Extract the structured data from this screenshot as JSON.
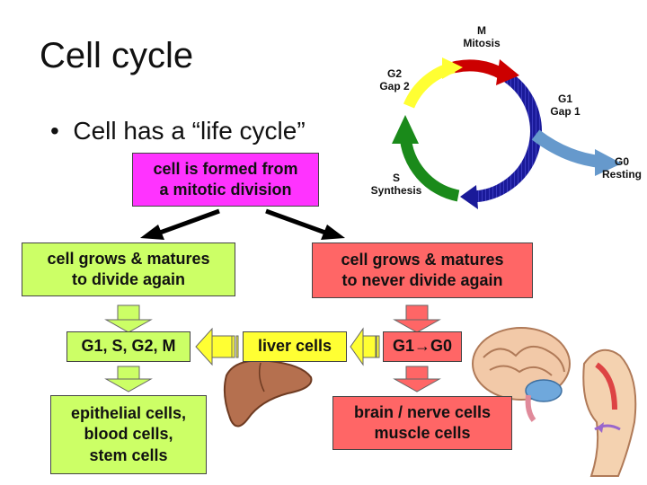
{
  "title": "Cell cycle",
  "bullet": "Cell has a “life cycle”",
  "cycle": {
    "m_code": "M",
    "m_name": "Mitosis",
    "g1_code": "G1",
    "g1_name": "Gap 1",
    "g0_code": "G0",
    "g0_name": "Resting",
    "s_code": "S",
    "s_name": "Synthesis",
    "g2_code": "G2",
    "g2_name": "Gap 2"
  },
  "boxes": {
    "formed_line1": "cell is formed from",
    "formed_line2": "a mitotic division",
    "grows_divide_line1": "cell grows & matures",
    "grows_divide_line2": "to divide again",
    "grows_never_line1": "cell grows & matures",
    "grows_never_line2": "to never divide again",
    "phases": "G1, S, G2, M",
    "liver": "liver cells",
    "g1g0": "G1→G0",
    "epithelial_line1": "epithelial cells,",
    "epithelial_line2": "blood cells,",
    "epithelial_line3": "stem cells",
    "brain_line1": "brain / nerve cells",
    "brain_line2": "muscle cells"
  },
  "colors": {
    "magenta": "#ff33ff",
    "green": "#ccff66",
    "red": "#ff6666",
    "yellow": "#ffff33",
    "mitosis": "#cc0000",
    "g1": "#1a1a99",
    "synthesis": "#1a8a1a",
    "g2": "#ffff33",
    "g0": "#6699cc"
  }
}
